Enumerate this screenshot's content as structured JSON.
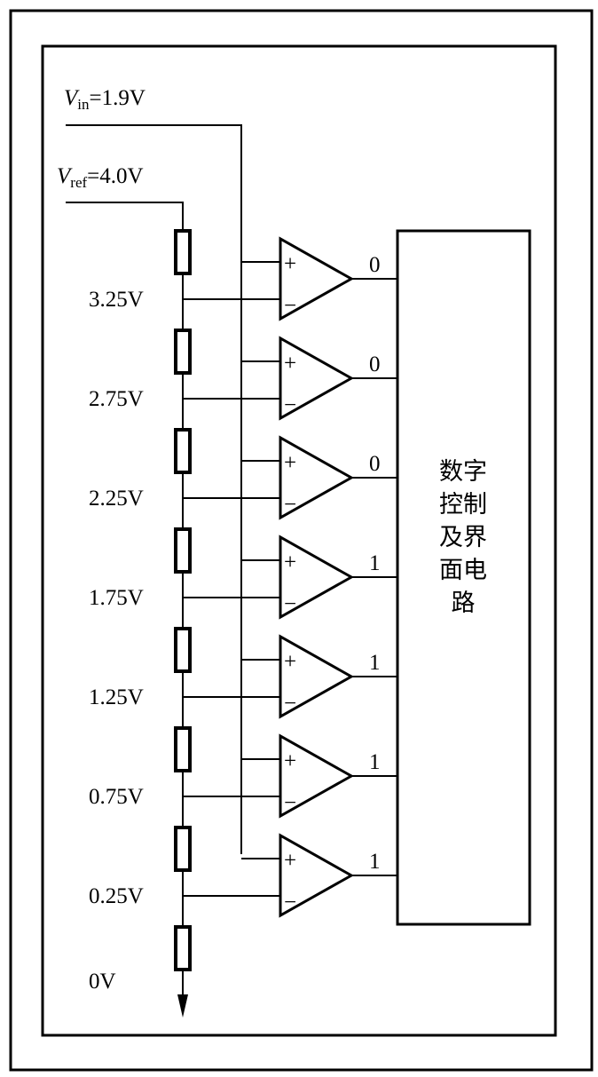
{
  "inputs": {
    "vin": {
      "symbol": "V",
      "sub": "in",
      "value": "=1.9V"
    },
    "vref": {
      "symbol": "V",
      "sub": "ref",
      "value": "=4.0V"
    }
  },
  "tap_labels": [
    "3.25V",
    "2.75V",
    "2.25V",
    "1.75V",
    "1.25V",
    "0.75V",
    "0.25V",
    "0V"
  ],
  "comparator_outputs": [
    "0",
    "0",
    "0",
    "1",
    "1",
    "1",
    "1"
  ],
  "comparator_signs": {
    "plus": "+",
    "minus": "−"
  },
  "block_label_lines": [
    "数字",
    "控制",
    "及界",
    "面电",
    "路"
  ]
}
